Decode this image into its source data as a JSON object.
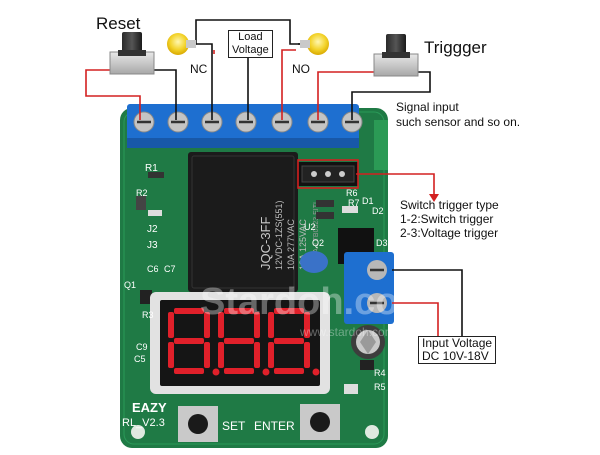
{
  "labels": {
    "reset": "Reset",
    "trigger": "Triggger",
    "load_voltage_line1": "Load",
    "load_voltage_line2": "Voltage",
    "nc": "NC",
    "no": "NO",
    "signal_input_line1": "Signal input",
    "signal_input_line2": "such sensor and so on.",
    "switch_type_line1": "Switch trigger type",
    "switch_type_line2": "1-2:Switch trigger",
    "switch_type_line3": "2-3:Voltage trigger",
    "input_voltage_line1": "Input Voltage",
    "input_voltage_line2": "DC 10V-18V"
  },
  "board": {
    "silkscreen": {
      "r1": "R1",
      "r2": "R2",
      "r3": "R3",
      "r4": "R4",
      "r5": "R5",
      "r6": "R6",
      "r7": "R7",
      "j2": "J2",
      "j3": "J3",
      "c5": "C5",
      "c6": "C6",
      "c7": "C7",
      "c9": "C9",
      "q1": "Q1",
      "q2": "Q2",
      "d1": "D1",
      "d2": "D2",
      "d3": "D3",
      "u2": "U2",
      "set": "SET",
      "enter": "ENTER",
      "brand": "EAZY",
      "version": "RL_V2.3"
    },
    "relay": {
      "model": "JQC-3FF",
      "coil": "12VDC-1ZS(551)",
      "rating1": "10A 277VAC",
      "rating2": "12A 125VAC",
      "origin": "CHINA J TB0523 EITI"
    },
    "display_digits": "8.8.8."
  },
  "watermark": {
    "main": "Stardoh.com",
    "sub": "www.stardoh.com"
  },
  "colors": {
    "pcb_green": "#1f7a45",
    "terminal_blue": "#1e6fd0",
    "relay_black": "#1b1b1b",
    "display_red": "#e0202a",
    "wire_red": "#d32020",
    "wire_black": "#111111",
    "bulb_yellow": "#f3d32a"
  },
  "icons": [
    "push-button-icon",
    "light-bulb-icon",
    "relay-icon",
    "seven-segment-display-icon",
    "screw-terminal-icon"
  ]
}
